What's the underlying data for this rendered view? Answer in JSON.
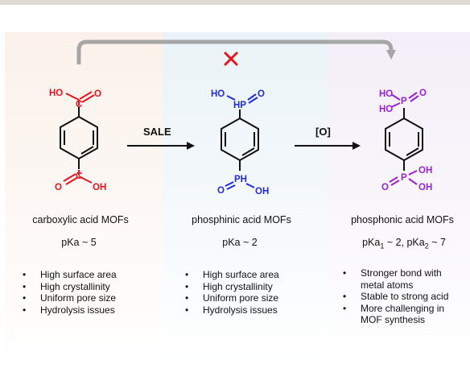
{
  "colors": {
    "panel_carboxylic": "#fbf1ea",
    "panel_phosphinic": "#eaf3f7",
    "panel_phosphonic": "#f3eef7",
    "carboxylic": "#e8141e",
    "phosphinic": "#1f2adf",
    "phosphonic": "#9b21d6",
    "blocked_arrow": "#a6a6a6",
    "blocked_cross": "#e8141e"
  },
  "steps": {
    "sale_label": "SALE",
    "oxidation_label": "[O]"
  },
  "molecules": {
    "carboxylic": {
      "top": [
        "HO",
        "C",
        "O"
      ],
      "bottom": [
        "O",
        "C",
        "OH"
      ]
    },
    "phosphinic": {
      "top": [
        "HO",
        "HP",
        "O"
      ],
      "bottom": [
        "O",
        "PH",
        "OH"
      ]
    },
    "phosphonic": {
      "top": [
        "HO",
        "HO",
        "P",
        "O"
      ],
      "bottom": [
        "O",
        "P",
        "OH",
        "OH"
      ]
    }
  },
  "columns": [
    {
      "label": "carboxylic acid MOFs",
      "pka": "pKa ~ 5",
      "properties": [
        "High surface area",
        "High crystallinity",
        "Uniform pore size",
        "Hydrolysis issues"
      ]
    },
    {
      "label": "phosphinic acid MOFs",
      "pka": "pKa ~ 2",
      "properties": [
        "High surface area",
        "High crystallinity",
        "Uniform pore size",
        "Hydrolysis issues"
      ]
    },
    {
      "label": "phosphonic acid MOFs",
      "pka_parts": [
        "pKa",
        "1",
        " ~ 2, pKa",
        "2",
        " ~ 7"
      ],
      "properties": [
        "Stronger bond with metal atoms",
        "Stable to strong acid",
        "More challenging in MOF synthesis"
      ]
    }
  ]
}
